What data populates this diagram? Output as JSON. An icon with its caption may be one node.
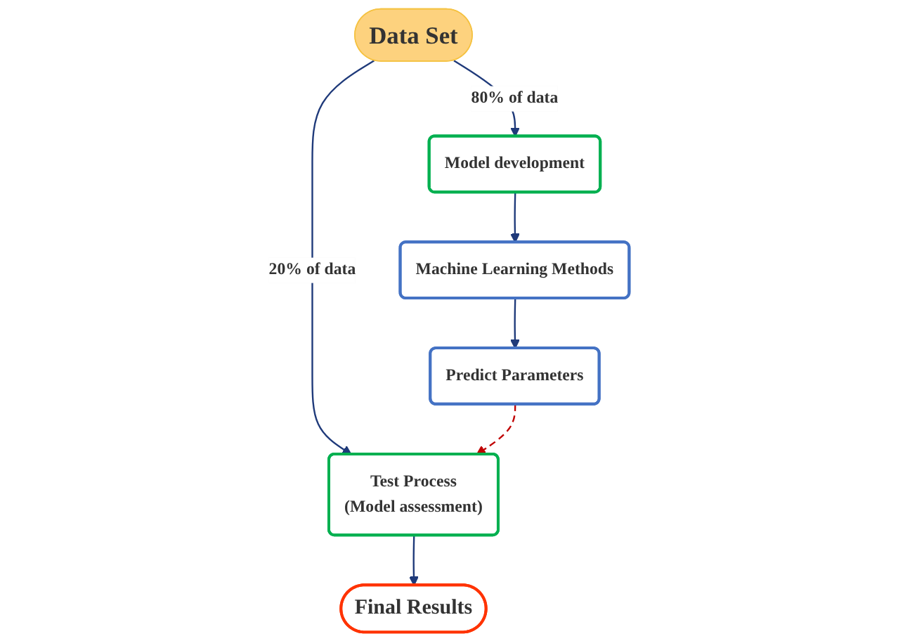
{
  "diagram": {
    "nodes": [
      {
        "text": [
          "Data Set"
        ]
      },
      {
        "text": [
          "Model development"
        ]
      },
      {
        "text": [
          "Machine Learning Methods"
        ]
      },
      {
        "text": [
          "Predict Parameters"
        ]
      },
      {
        "text": [
          "Test Process",
          "(Model assessment)"
        ]
      },
      {
        "text": [
          "Final Results"
        ]
      }
    ],
    "edges": [
      {
        "from": 0,
        "to": 1,
        "arrow": "to",
        "label": "80% of data"
      },
      {
        "from": 0,
        "to": 4,
        "arrow": "to",
        "label": "20% of data"
      },
      {
        "from": 1,
        "to": 2,
        "arrow": "to"
      },
      {
        "from": 2,
        "to": 3,
        "arrow": "to"
      },
      {
        "from": 3,
        "to": 4,
        "arrow": "to",
        "style": "dashed",
        "color": "#c00000"
      },
      {
        "from": 4,
        "to": 5,
        "arrow": "to"
      }
    ]
  }
}
